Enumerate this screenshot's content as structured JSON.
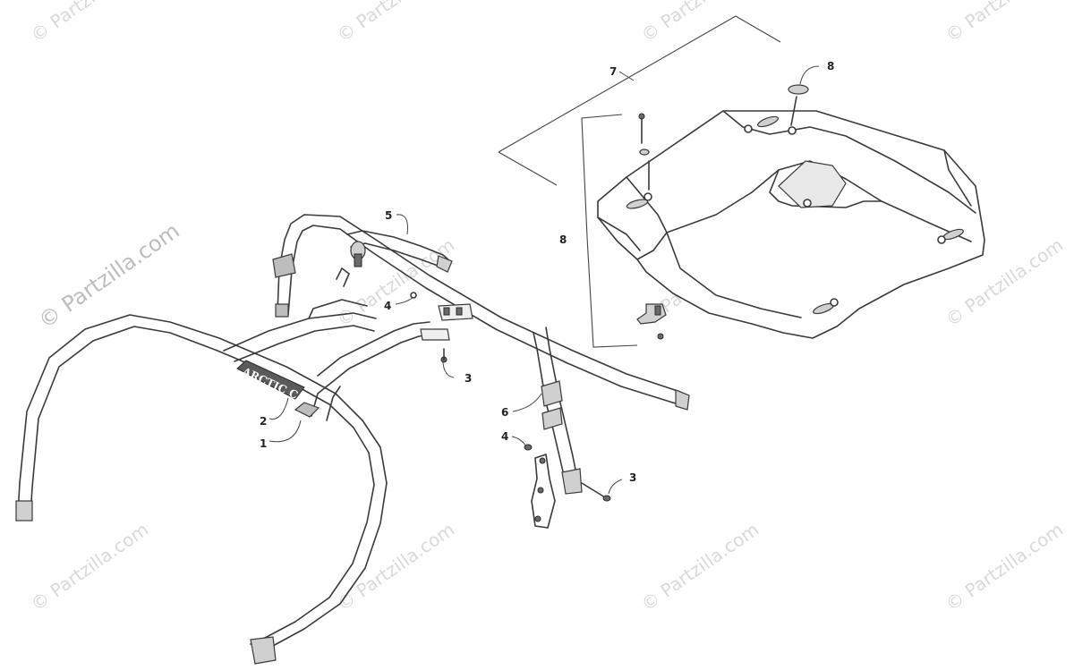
{
  "watermark": {
    "text": "© Partzilla.com"
  },
  "logo": {
    "text": "ARCTIC CAT"
  },
  "callouts": {
    "c1": "1",
    "c2": "2",
    "c3a": "3",
    "c3b": "3",
    "c4a": "4",
    "c4b": "4",
    "c5": "5",
    "c6": "6",
    "c7": "7",
    "c8a": "8",
    "c8b": "8"
  },
  "colors": {
    "line": "#3a3a3a",
    "shade": "#d0d0d0",
    "watermark": "#d9d9d9"
  }
}
